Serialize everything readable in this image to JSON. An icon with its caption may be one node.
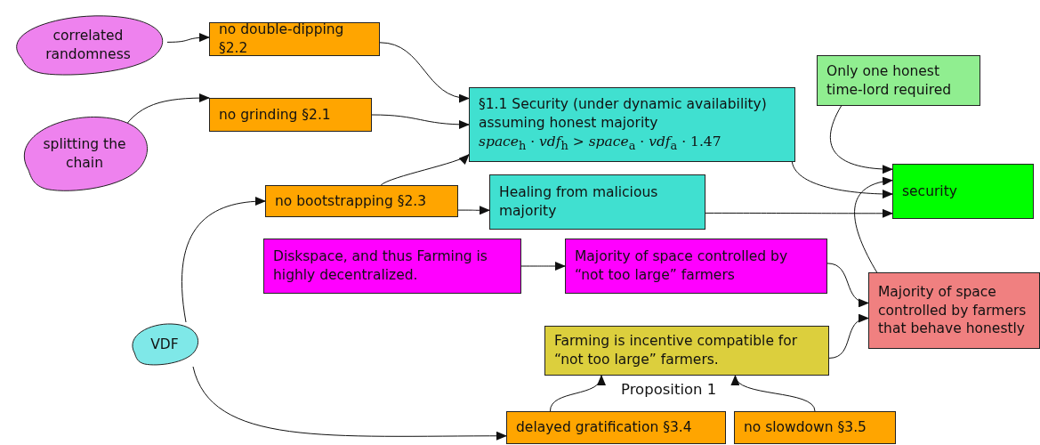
{
  "diagram": {
    "nodes": [
      {
        "text": [
          "correlated randomness"
        ]
      },
      {
        "text": [
          "no double-dipping §2.2"
        ]
      },
      {
        "text": [
          "splitting the chain"
        ]
      },
      {
        "text": [
          "no grinding §2.1"
        ]
      },
      {
        "text": [
          "§1.1 Security (under dynamic availability) assuming honest majority",
          "*space*$_{h}$ · *vdf*$_{h}$ > *space*$_{a}$ · *vdf*$_{a}$ · 1.47"
        ]
      },
      {
        "text": [
          "no bootstrapping §2.3"
        ]
      },
      {
        "text": [
          "Healing from malicious majority"
        ]
      },
      {
        "text": [
          "Only one honest time-lord required"
        ]
      },
      {
        "text": [
          "security"
        ]
      },
      {
        "text": [
          "Diskspace, and thus Farming is highly decentralized."
        ]
      },
      {
        "text": [
          "Majority of space controlled by “not too large” farmers"
        ]
      },
      {
        "text": [
          "Majority of space controlled by farmers that behave honestly"
        ]
      },
      {
        "text": [
          "VDF"
        ]
      },
      {
        "text": [
          "Farming is incentive compatible for “not too large” farmers."
        ],
        "beside": [
          "Proposition 1"
        ]
      },
      {
        "text": [
          "delayed gratification §3.4"
        ]
      },
      {
        "text": [
          "no slowdown §3.5"
        ]
      }
    ],
    "edges": [
      {
        "from": 0,
        "to": 1,
        "arrow": "to"
      },
      {
        "from": 1,
        "to": 4,
        "arrow": "to"
      },
      {
        "from": 2,
        "to": 3,
        "arrow": "to"
      },
      {
        "from": 3,
        "to": 4,
        "arrow": "to"
      },
      {
        "from": 5,
        "to": 4,
        "arrow": "to"
      },
      {
        "from": 5,
        "to": 6,
        "arrow": "to"
      },
      {
        "from": 6,
        "to": 8,
        "arrow": "to"
      },
      {
        "from": 4,
        "to": 8,
        "arrow": "to"
      },
      {
        "from": 7,
        "to": 8,
        "arrow": "to"
      },
      {
        "from": 11,
        "to": 8,
        "arrow": "to"
      },
      {
        "from": 9,
        "to": 10,
        "arrow": "to"
      },
      {
        "from": 10,
        "to": 11,
        "arrow": "to"
      },
      {
        "from": 13,
        "to": 11,
        "arrow": "to"
      },
      {
        "from": 12,
        "to": 5,
        "arrow": "to"
      },
      {
        "from": 12,
        "to": 14,
        "arrow": "to"
      },
      {
        "from": 14,
        "to": 13,
        "arrow": "to"
      },
      {
        "from": 15,
        "to": 13,
        "arrow": "to"
      }
    ]
  }
}
